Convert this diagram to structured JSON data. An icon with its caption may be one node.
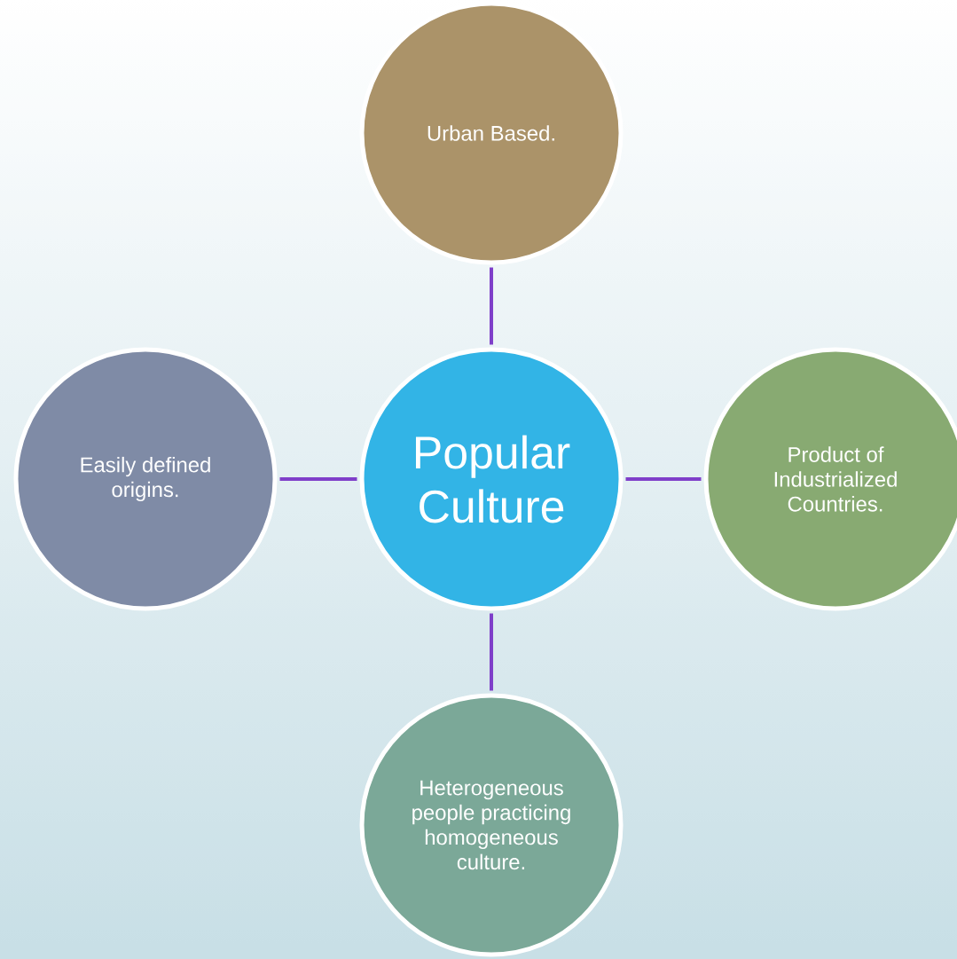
{
  "diagram": {
    "nodes": [
      {
        "text": [
          "Urban Based."
        ]
      },
      {
        "text": [
          "Easily defined origins."
        ]
      },
      {
        "text": [
          "Popular Culture"
        ]
      },
      {
        "text": [
          "Product of Industrialized Countries."
        ]
      },
      {
        "text": [
          "Heterogeneous people practicing homogeneous culture."
        ]
      }
    ],
    "edges": [
      {
        "from": 2,
        "to": 0,
        "arrow": "none"
      },
      {
        "from": 2,
        "to": 1,
        "arrow": "none"
      },
      {
        "from": 2,
        "to": 3,
        "arrow": "none"
      },
      {
        "from": 2,
        "to": 4,
        "arrow": "none"
      }
    ]
  }
}
